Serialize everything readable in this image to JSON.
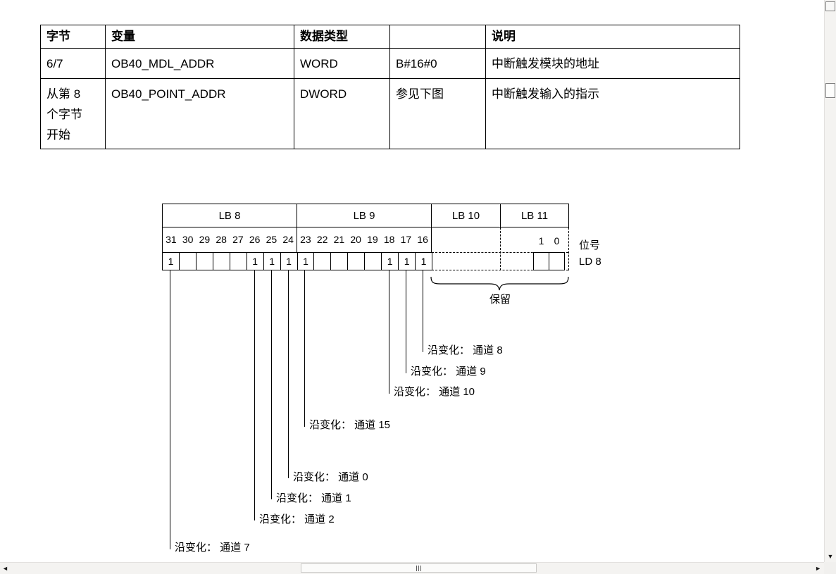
{
  "table": {
    "headers": [
      "字节",
      "变量",
      "数据类型",
      "",
      "说明"
    ],
    "rows": [
      {
        "cells": [
          "6/7",
          "OB40_MDL_ADDR",
          "WORD",
          "B#16#0",
          "中断触发模块的地址"
        ]
      },
      {
        "cells": [
          "从第 8\n个字节\n开始",
          "OB40_POINT_ADDR",
          "DWORD",
          "参见下图",
          "中断触发输入的指示"
        ]
      }
    ]
  },
  "diagram": {
    "byte_boxes": [
      "LB 8",
      "LB 9",
      "LB 10",
      "LB 11"
    ],
    "bit_numbers": [
      "31",
      "30",
      "29",
      "28",
      "27",
      "26",
      "25",
      "24",
      "23",
      "22",
      "21",
      "20",
      "19",
      "18",
      "17",
      "16"
    ],
    "reserved_bit_numbers": [
      "1",
      "0"
    ],
    "bit_row_label": "位号",
    "data_row_label": "LD 8",
    "cells": [
      "1",
      "",
      "",
      "",
      "",
      "1",
      "1",
      "1",
      "1",
      "",
      "",
      "",
      "",
      "1",
      "1",
      "1"
    ],
    "reserved_cells": [
      "",
      ""
    ],
    "reserved_label": "保留",
    "annotations": [
      {
        "text": "沿变化：  通道 8"
      },
      {
        "text": "沿变化：  通道 9"
      },
      {
        "text": "沿变化：  通道 10"
      },
      {
        "text": "沿变化：  通道 15"
      },
      {
        "text": "沿变化：  通道 0"
      },
      {
        "text": "沿变化：  通道 1"
      },
      {
        "text": "沿变化：  通道 2"
      },
      {
        "text": "沿变化：  通道 7"
      }
    ]
  },
  "scrollbars": {
    "up_icon": "",
    "down_icon": "▼",
    "left_icon": "◄",
    "right_icon": "►"
  }
}
